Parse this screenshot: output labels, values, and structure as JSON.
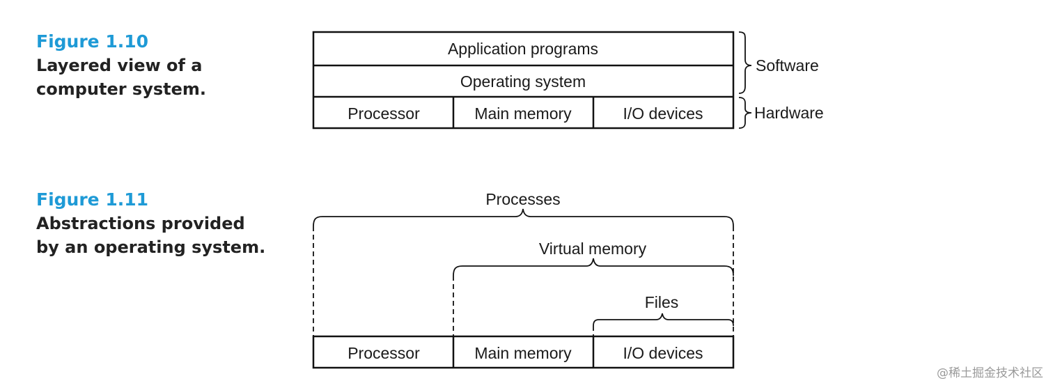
{
  "figure_1_10": {
    "label": "Figure 1.10",
    "caption": "Layered view of a computer system.",
    "layers": {
      "application": "Application programs",
      "os": "Operating system",
      "processor": "Processor",
      "memory": "Main memory",
      "io": "I/O devices"
    },
    "brace_labels": {
      "software": "Software",
      "hardware": "Hardware"
    }
  },
  "figure_1_11": {
    "label": "Figure 1.11",
    "caption": "Abstractions provided by an operating system.",
    "abstractions": {
      "processes": "Processes",
      "virtual_memory": "Virtual memory",
      "files": "Files"
    },
    "hardware": {
      "processor": "Processor",
      "memory": "Main memory",
      "io": "I/O devices"
    }
  },
  "watermark": "@稀土掘金技术社区"
}
